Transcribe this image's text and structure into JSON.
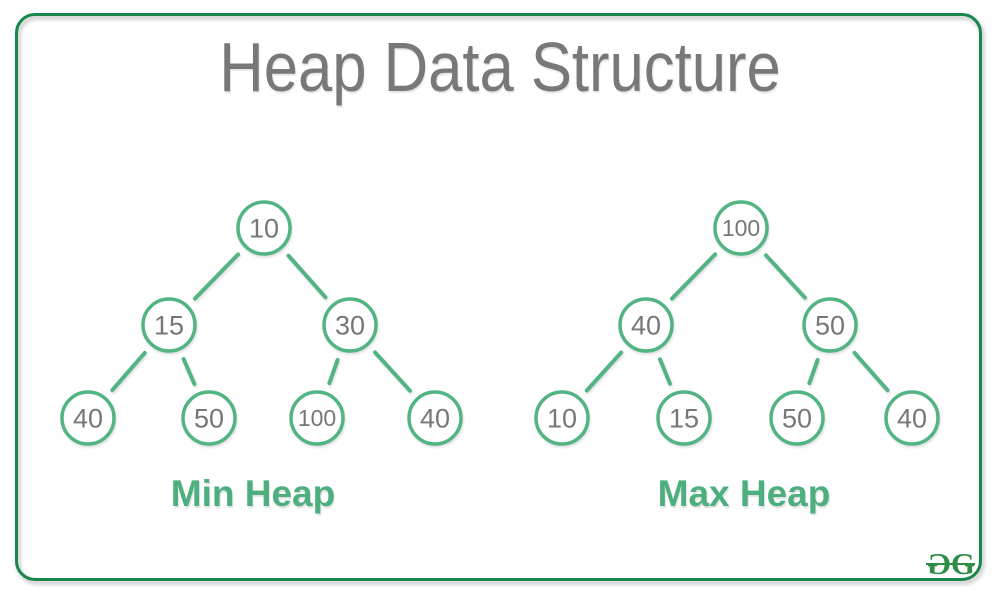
{
  "title": "Heap Data Structure",
  "trees": [
    {
      "label": "Min Heap",
      "nodes": [
        "10",
        "15",
        "30",
        "40",
        "50",
        "100",
        "40"
      ]
    },
    {
      "label": "Max Heap",
      "nodes": [
        "100",
        "40",
        "50",
        "10",
        "15",
        "50",
        "40"
      ]
    }
  ],
  "logo": {
    "letter_left": "G",
    "letter_right": "G"
  },
  "colors": {
    "node_green": "#53b483",
    "border_green": "#19864c",
    "label_green": "#4daf7e",
    "title_gray": "#787878",
    "node_text_gray": "#777777",
    "logo_green": "#2f8d46"
  }
}
